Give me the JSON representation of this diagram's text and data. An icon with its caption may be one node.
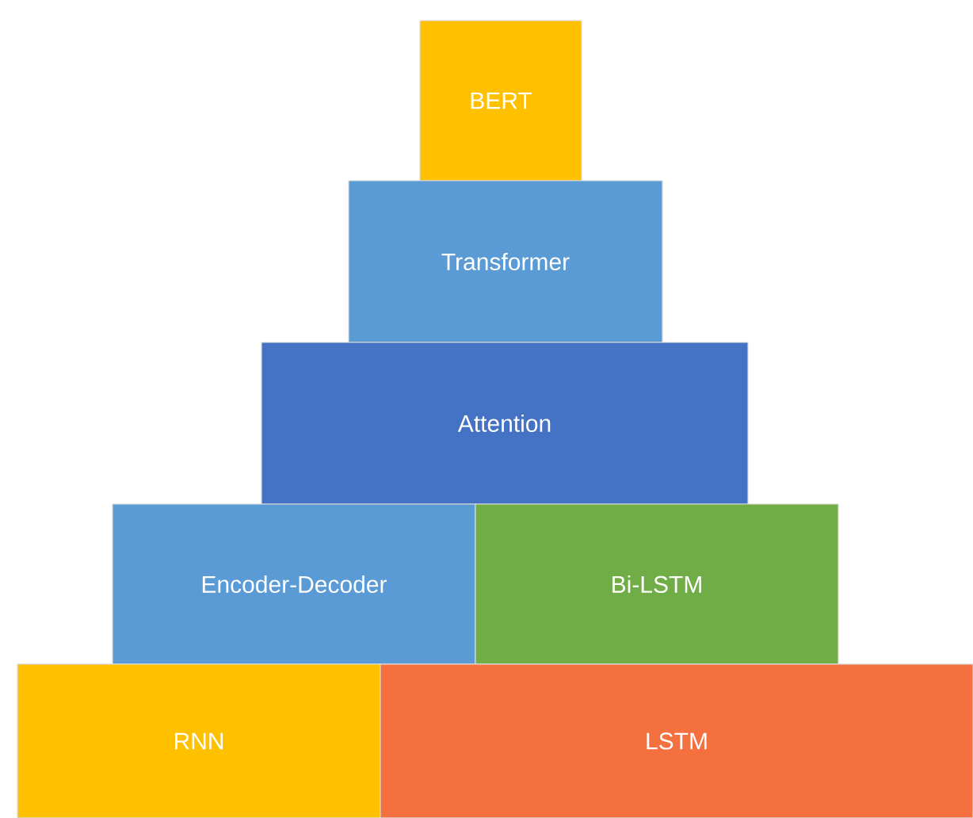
{
  "diagram": {
    "nodes": [
      {
        "text": [
          "BERT"
        ]
      },
      {
        "text": [
          "Transformer"
        ]
      },
      {
        "text": [
          "Attention"
        ]
      },
      {
        "text": [
          "Encoder-Decoder"
        ]
      },
      {
        "text": [
          "Bi-LSTM"
        ]
      },
      {
        "text": [
          "RNN"
        ]
      },
      {
        "text": [
          "LSTM"
        ]
      }
    ]
  }
}
